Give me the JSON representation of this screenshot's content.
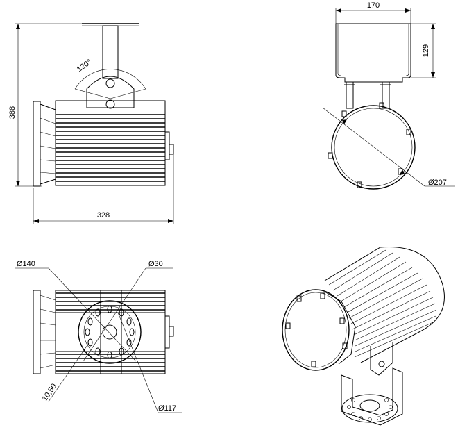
{
  "drawing": {
    "dimensions": {
      "front_height": "388",
      "front_width": "328",
      "bracket_angle": "120°",
      "side_bracket_width": "170",
      "side_bracket_height": "129",
      "side_diameter": "Ø207",
      "rear_diameter_outer": "Ø140",
      "rear_diameter_center": "Ø30",
      "rear_hole": "10,50",
      "rear_diameter_bolt_circle": "Ø117"
    }
  }
}
